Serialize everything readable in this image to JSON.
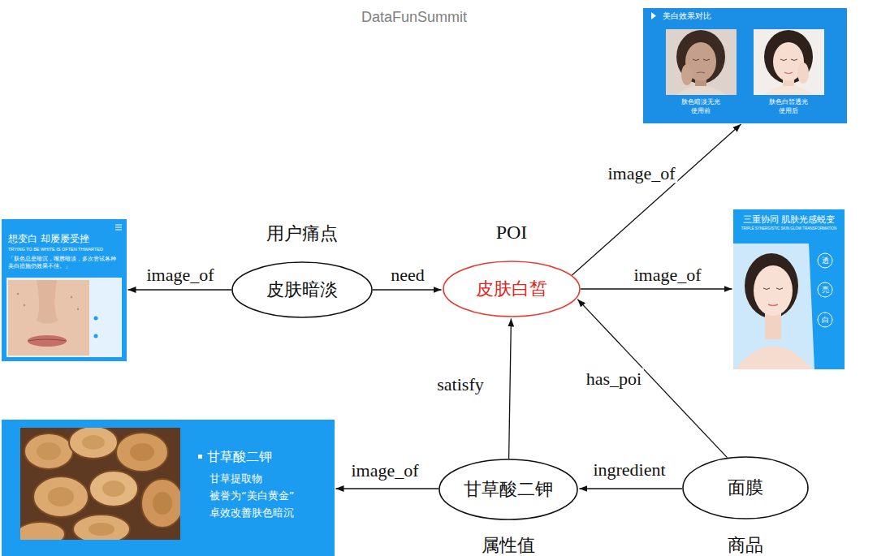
{
  "diagram": {
    "nodes": [
      {
        "text": [
          "美白效果对比",
          "肤色暗淡无光 使用前",
          "肤色白皙透光 使用后"
        ]
      },
      {
        "text": [
          "想变白 却屡屡受挫",
          "TRYING TO BE WHITE IS OFTEN THWARTED",
          "「肤色总是暗沉，嘴唇暗淡，多次尝试各种美白措施仍效果不佳。」"
        ]
      },
      {
        "text": [
          "用户痛点",
          "皮肤暗淡"
        ]
      },
      {
        "text": [
          "POI",
          "皮肤白皙"
        ]
      },
      {
        "text": [
          "三重协同 肌肤光感蜕变",
          "TRIPLE SYNERGISTIC SKIN GLOW TRANSFORMATION",
          "透",
          "亮",
          "白"
        ]
      },
      {
        "text": [
          "甘草酸二钾",
          "甘草提取物 被誉为“美白黄金” 卓效改善肤色暗沉"
        ]
      },
      {
        "text": [
          "甘草酸二钾",
          "属性值"
        ]
      },
      {
        "text": [
          "面膜",
          "商品"
        ]
      }
    ],
    "edges": [
      {
        "from": 2,
        "to": 1,
        "label": "image_of",
        "arrow": "to"
      },
      {
        "from": 2,
        "to": 3,
        "label": "need",
        "arrow": "to"
      },
      {
        "from": 3,
        "to": 0,
        "label": "image_of",
        "arrow": "to"
      },
      {
        "from": 3,
        "to": 4,
        "label": "image_of",
        "arrow": "to"
      },
      {
        "from": 6,
        "to": 3,
        "label": "satisfy",
        "arrow": "to"
      },
      {
        "from": 7,
        "to": 3,
        "label": "has_poi",
        "arrow": "to"
      },
      {
        "from": 7,
        "to": 6,
        "label": "ingredient",
        "arrow": "to"
      },
      {
        "from": 6,
        "to": 5,
        "label": "image_of",
        "arrow": "to"
      }
    ],
    "labels": [
      "DataFunSummit"
    ]
  }
}
